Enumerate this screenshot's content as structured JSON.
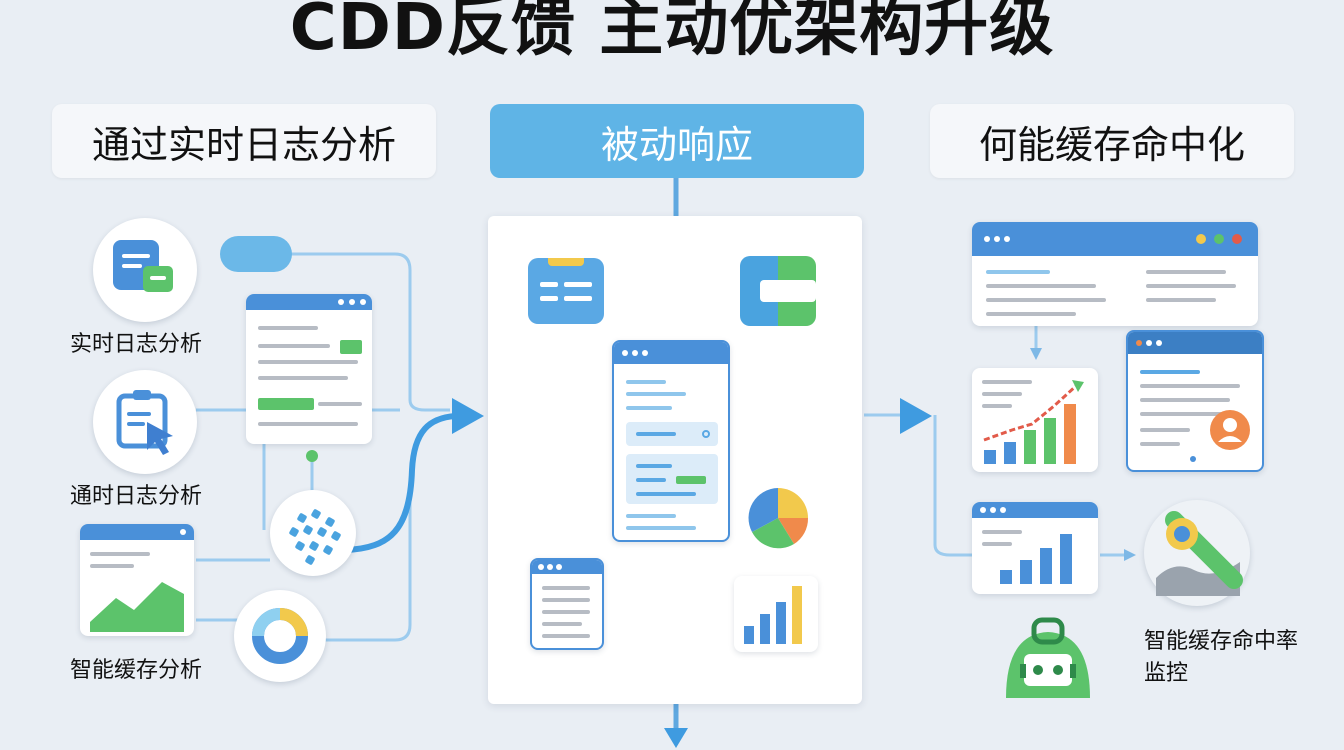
{
  "title": "CDD反馈 主动优架构升级",
  "headers": {
    "left": "通过实时日志分析",
    "center": "被动响应",
    "right": "何能缓存命中化"
  },
  "left_labels": {
    "item1": "实时日志分析",
    "item2": "通时日志分析",
    "item3": "智能缓存分析"
  },
  "right_label": "智能缓存命中率\n监控",
  "colors": {
    "accent_blue": "#4a90d9",
    "header_blue": "#5fb4e6",
    "connector_blue": "#8fc6ec",
    "green": "#5cc36b",
    "orange": "#f08a4b",
    "red": "#e25b4a",
    "yellow": "#f2c94c"
  }
}
